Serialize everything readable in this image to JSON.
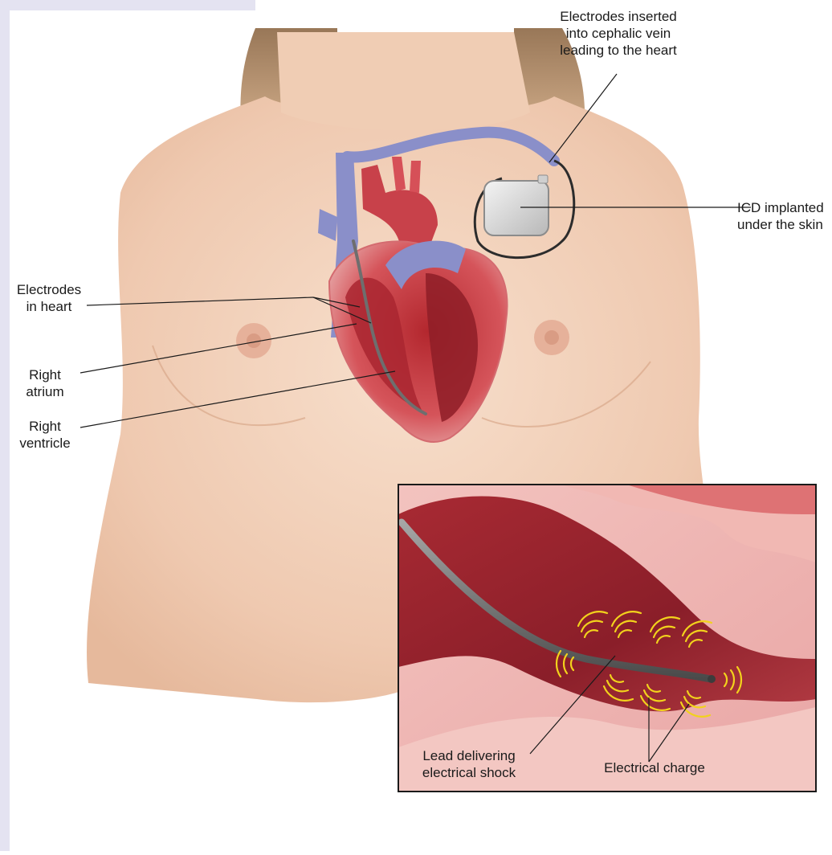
{
  "labels": {
    "electrodes_inserted": "Electrodes inserted\ninto cephalic vein\nleading to the heart",
    "icd_implanted": "ICD implanted\nunder the skin",
    "electrodes_in_heart": "Electrodes\nin heart",
    "right_atrium": "Right\natrium",
    "right_ventricle": "Right\nventricle",
    "lead_delivering": "Lead delivering\nelectrical shock",
    "electrical_charge": "Electrical charge"
  },
  "colors": {
    "sidebar": "#e4e3f1",
    "skin": "#f2d2bc",
    "hair": "#b58a5e",
    "vein_blue": "#8a8fc9",
    "heart_red": "#c63a3e",
    "heart_dark": "#8e1d27",
    "heart_pink": "#e9a2a3",
    "lead_gray": "#7d7d7d",
    "icd_silver": "#d6d6d6",
    "charge_yellow": "#f2d21c"
  }
}
